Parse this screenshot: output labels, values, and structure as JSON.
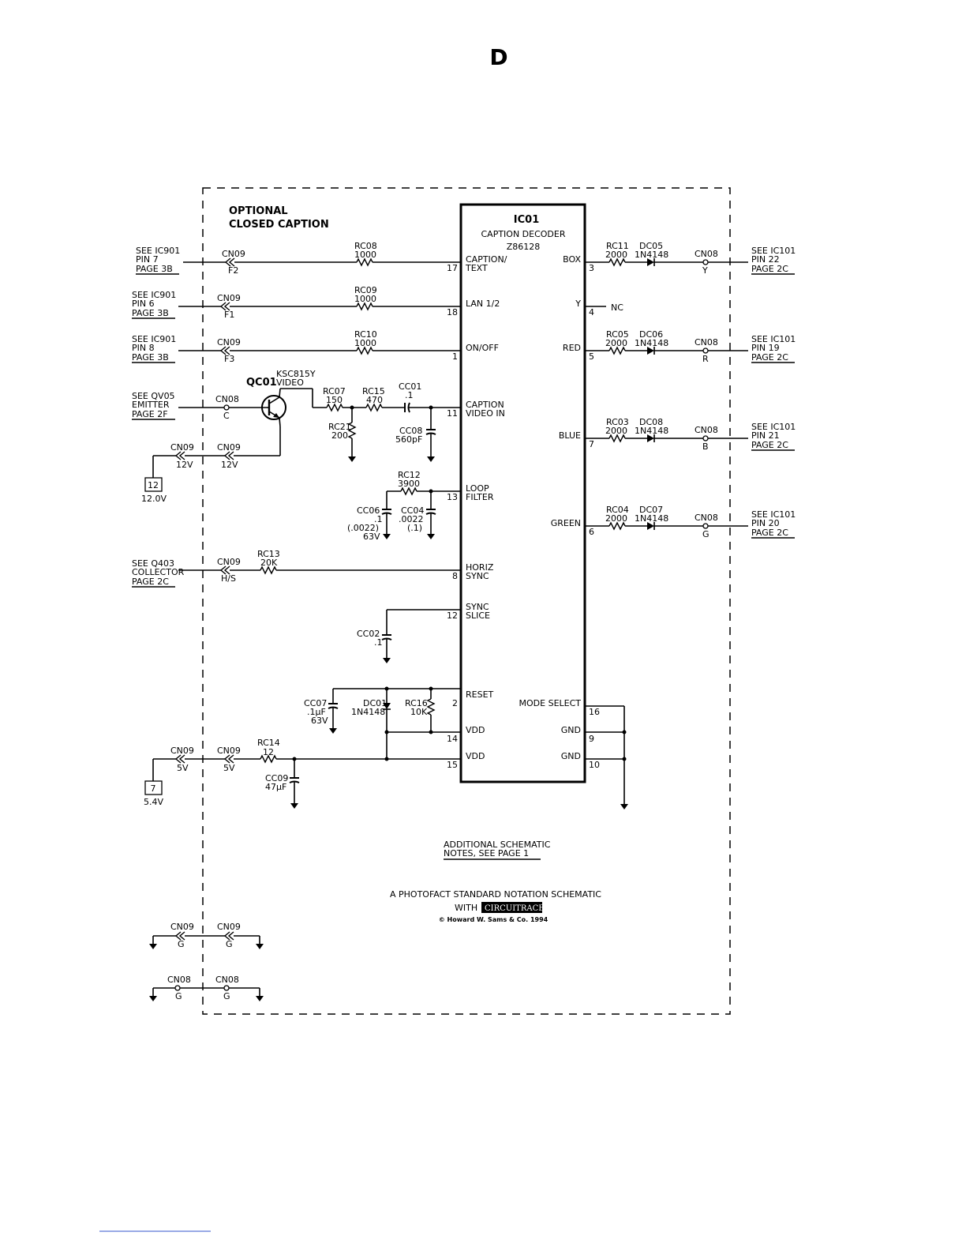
{
  "page_letter": "D",
  "section_title": [
    "OPTIONAL",
    "CLOSED CAPTION"
  ],
  "ic": {
    "ref": "IC01",
    "function": "CAPTION DECODER",
    "part": "Z86128",
    "pins_left": [
      {
        "pin": "17",
        "label": [
          "CAPTION/",
          "TEXT"
        ]
      },
      {
        "pin": "18",
        "label": [
          "LAN 1/2"
        ]
      },
      {
        "pin": "1",
        "label": [
          "ON/OFF"
        ]
      },
      {
        "pin": "11",
        "label": [
          "CAPTION",
          "VIDEO IN"
        ]
      },
      {
        "pin": "13",
        "label": [
          "LOOP",
          "FILTER"
        ]
      },
      {
        "pin": "8",
        "label": [
          "HORIZ",
          "SYNC"
        ]
      },
      {
        "pin": "12",
        "label": [
          "SYNC",
          "SLICE"
        ]
      },
      {
        "pin": "2",
        "label": [
          "RESET"
        ]
      },
      {
        "pin": "14",
        "label": [
          "VDD"
        ]
      },
      {
        "pin": "15",
        "label": [
          "VDD"
        ]
      }
    ],
    "pins_right": [
      {
        "pin": "3",
        "label": "BOX"
      },
      {
        "pin": "4",
        "label": "Y"
      },
      {
        "pin": "5",
        "label": "RED"
      },
      {
        "pin": "7",
        "label": "BLUE"
      },
      {
        "pin": "6",
        "label": "GREEN"
      },
      {
        "pin": "16",
        "label": "MODE SELECT"
      },
      {
        "pin": "9",
        "label": "GND"
      },
      {
        "pin": "10",
        "label": "GND"
      }
    ],
    "nc_label": "NC"
  },
  "left_refs": [
    {
      "lines": [
        "SEE IC901",
        "PIN 7",
        "PAGE 3B"
      ]
    },
    {
      "lines": [
        "SEE IC901",
        "PIN 6",
        "PAGE 3B"
      ]
    },
    {
      "lines": [
        "SEE IC901",
        "PIN 8",
        "PAGE 3B"
      ]
    },
    {
      "lines": [
        "SEE QV05",
        "EMITTER",
        "PAGE 2F"
      ]
    },
    {
      "lines": [
        "SEE Q403",
        "COLLECTOR",
        "PAGE 2C"
      ]
    }
  ],
  "right_refs": [
    {
      "lines": [
        "SEE IC101",
        "PIN 22",
        "PAGE 2C"
      ]
    },
    {
      "lines": [
        "SEE IC101",
        "PIN 19",
        "PAGE 2C"
      ]
    },
    {
      "lines": [
        "SEE IC101",
        "PIN 21",
        "PAGE 2C"
      ]
    },
    {
      "lines": [
        "SEE IC101",
        "PIN 20",
        "PAGE 2C"
      ]
    }
  ],
  "connectors": {
    "cn09": "CN09",
    "cn08": "CN08",
    "pins": {
      "f2": "F2",
      "f1": "F1",
      "f3": "F3",
      "c": "C",
      "v12": "12V",
      "hs": "H/S",
      "v5": "5V",
      "g": "G",
      "y": "Y",
      "r": "R",
      "b": "B"
    }
  },
  "resistors": {
    "rc08": [
      "RC08",
      "1000"
    ],
    "rc09": [
      "RC09",
      "1000"
    ],
    "rc10": [
      "RC10",
      "1000"
    ],
    "rc07": [
      "RC07",
      "150"
    ],
    "rc15": [
      "RC15",
      "470"
    ],
    "rc21": [
      "RC21",
      "200"
    ],
    "rc12": [
      "RC12",
      "3900"
    ],
    "rc13": [
      "RC13",
      "20K"
    ],
    "rc14": [
      "RC14",
      "12"
    ],
    "rc16": [
      "RC16",
      "10K"
    ],
    "rc11": [
      "RC11",
      "2000"
    ],
    "rc05": [
      "RC05",
      "2000"
    ],
    "rc03": [
      "RC03",
      "2000"
    ],
    "rc04": [
      "RC04",
      "2000"
    ]
  },
  "capacitors": {
    "cc01": [
      "CC01",
      ".1"
    ],
    "cc08": [
      "CC08",
      "560pF"
    ],
    "cc06": [
      "CC06",
      ".1",
      "(.0022)",
      "63V"
    ],
    "cc04": [
      "CC04",
      ".0022",
      "(.1)"
    ],
    "cc02": [
      "CC02",
      ".1"
    ],
    "cc07": [
      "CC07",
      ".1µF",
      "63V"
    ],
    "cc09": [
      "CC09",
      "47µF"
    ]
  },
  "diodes": {
    "dc05": [
      "DC05",
      "1N4148"
    ],
    "dc06": [
      "DC06",
      "1N4148"
    ],
    "dc08": [
      "DC08",
      "1N4148"
    ],
    "dc07": [
      "DC07",
      "1N4148"
    ],
    "dc01": [
      "DC01",
      "1N4148"
    ]
  },
  "transistor": {
    "ref": "QC01",
    "part": "KSC815Y",
    "function": "VIDEO"
  },
  "voltage_tags": [
    {
      "box": "12",
      "value": "12.0V"
    },
    {
      "box": "7",
      "value": "5.4V"
    }
  ],
  "notes": {
    "additional": [
      "ADDITIONAL SCHEMATIC",
      "NOTES, SEE PAGE 1"
    ],
    "standard": "A PHOTOFACT STANDARD NOTATION SCHEMATIC",
    "with": "WITH",
    "brand": "CIRCUITRACE",
    "copyright": "© Howard W. Sams & Co. 1994"
  }
}
